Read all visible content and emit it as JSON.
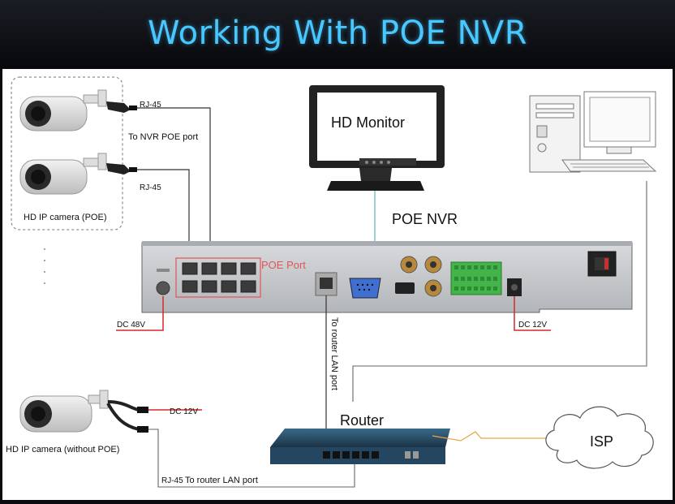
{
  "title": "Working With POE NVR",
  "labels": {
    "rj45_top": "RJ-45",
    "to_nvr_poe_port": "To NVR POE port",
    "rj45_second": "RJ-45",
    "hd_ip_camera_poe": "HD IP camera (POE)",
    "hd_monitor": "HD Monitor",
    "poe_nvr": "POE NVR",
    "poe_port": "POE Port",
    "dc_48v": "DC 48V",
    "dc_12v_nvr": "DC 12V",
    "to_router_lan_port_vertical": "To router LAN port",
    "router": "Router",
    "isp": "ISP",
    "dc_12v_camera": "DC 12V",
    "hd_ip_camera_without_poe": "HD IP camera (without POE)",
    "rj45_bottom": "RJ-45",
    "to_router_lan_port_bottom": "To router LAN port"
  },
  "colors": {
    "title": "#49c7ff",
    "cable": "#333333",
    "red_wire": "#d4292b",
    "vga_cable": "#5fb5b5",
    "isp_link": "#e8a64a",
    "nvr_body": "#c9cbce",
    "poe_box": "#e05555"
  }
}
